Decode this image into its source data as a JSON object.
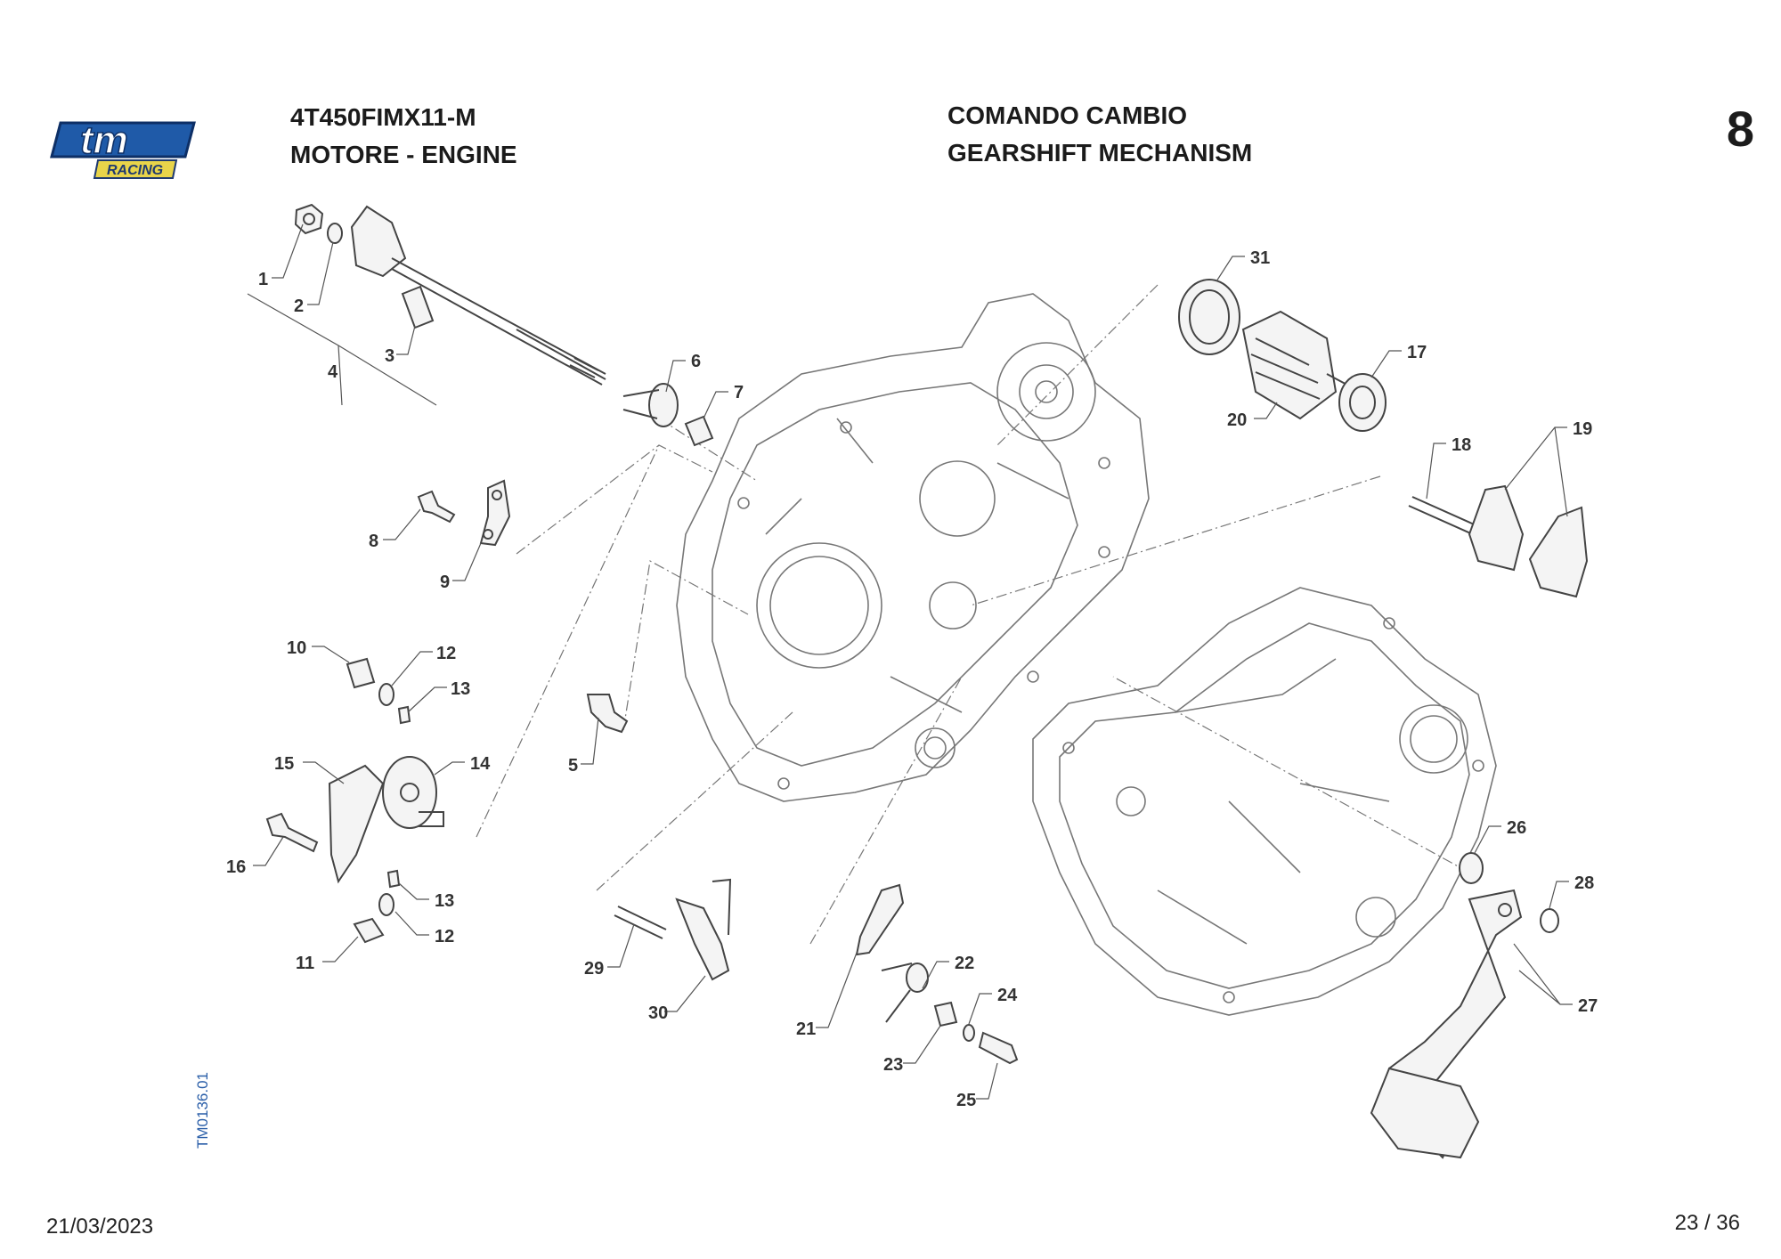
{
  "header": {
    "model_code": "4T450FIMX11-M",
    "group_title": "MOTORE - ENGINE",
    "section_title_it": "COMANDO CAMBIO",
    "section_title_en": "GEARSHIFT MECHANISM",
    "section_number": "8"
  },
  "logo": {
    "text": "tm",
    "subtext": "RACING",
    "icon": "tm-racing-logo",
    "colors": {
      "primary": "#1f5aa8",
      "accent": "#e8d44a"
    }
  },
  "drawing_code": "TM0136.01",
  "footer": {
    "date": "21/03/2023",
    "page": "23 / 36"
  },
  "callouts": [
    "1",
    "2",
    "3",
    "4",
    "5",
    "6",
    "7",
    "8",
    "9",
    "10",
    "11",
    "12",
    "12",
    "13",
    "13",
    "14",
    "15",
    "16",
    "17",
    "18",
    "19",
    "20",
    "21",
    "22",
    "23",
    "24",
    "25",
    "26",
    "27",
    "28",
    "29",
    "30",
    "31"
  ]
}
